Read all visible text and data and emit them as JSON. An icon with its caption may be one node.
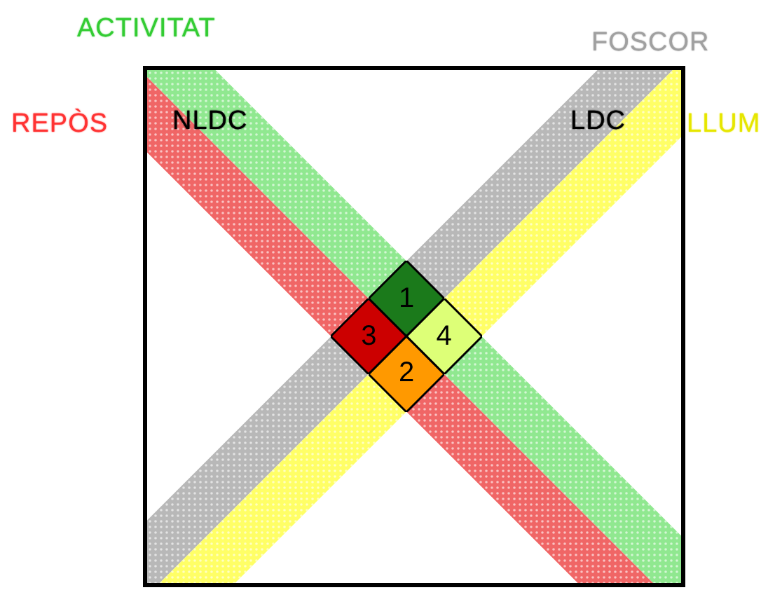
{
  "diagram": {
    "nodes": [
      {
        "text": [
          "1"
        ]
      },
      {
        "text": [
          "3"
        ]
      },
      {
        "text": [
          "4"
        ]
      },
      {
        "text": [
          "2"
        ]
      }
    ],
    "labels": [
      "ACTIVITAT",
      "FOSCOR",
      "REPÒS",
      "NLDC",
      "LDC",
      "LLUM"
    ]
  }
}
